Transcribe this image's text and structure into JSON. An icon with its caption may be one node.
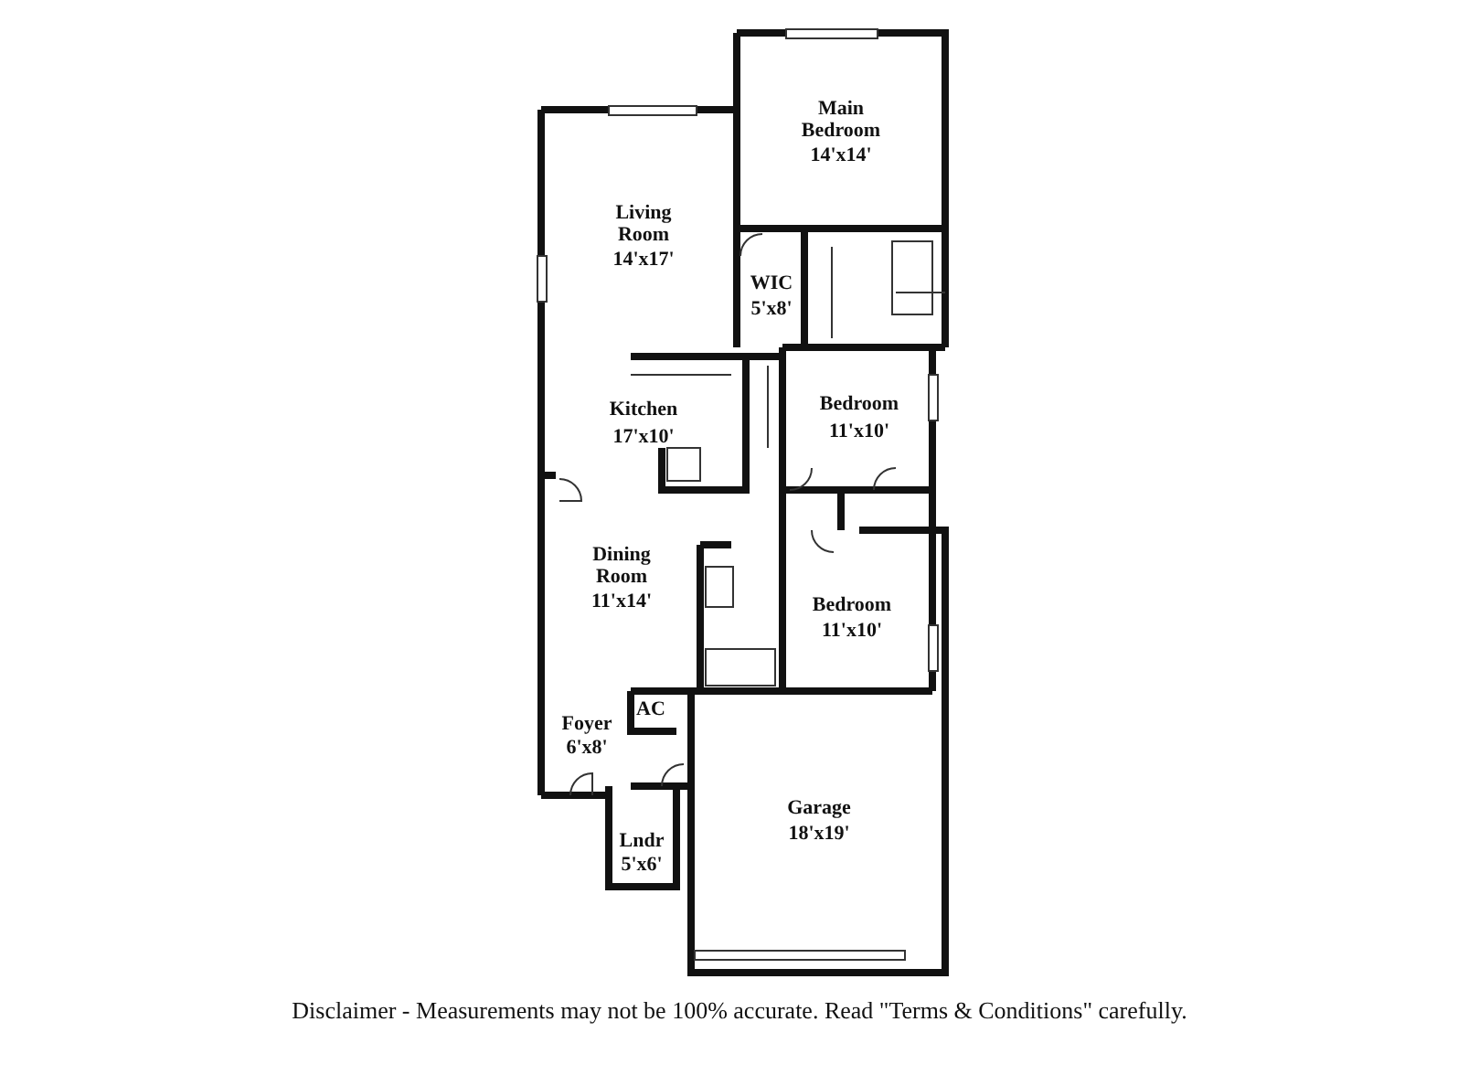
{
  "diagram": {
    "caption": "Disclaimer - Measurements may not be 100% accurate. Read \"Terms & Conditions\" carefully.",
    "labels": [
      "Main Bedroom",
      "14'x14'",
      "Living Room",
      "14'x17'",
      "WIC",
      "5'x8'",
      "Kitchen",
      "17'x10'",
      "Bedroom",
      "11'x10'",
      "Dining Room",
      "11'x14'",
      "Bedroom",
      "11'x10'",
      "AC",
      "Foyer",
      "6'x8'",
      "Garage",
      "18'x19'",
      "Lndr",
      "5'x6'"
    ]
  }
}
